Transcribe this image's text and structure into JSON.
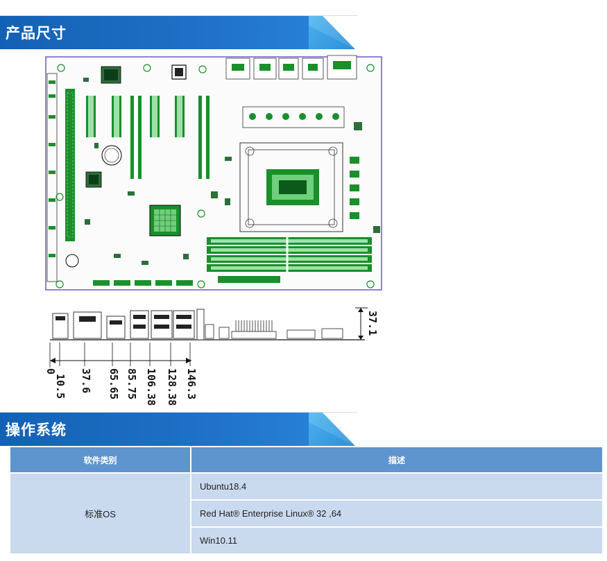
{
  "sections": {
    "dimensions": {
      "title": "产品尺寸"
    },
    "os": {
      "title": "操作系统"
    }
  },
  "side_view": {
    "height_label": "37.1",
    "width_labels": [
      "0",
      "10.5",
      "37.6",
      "65.65",
      "85.75",
      "106.38",
      "128.38",
      "146.3"
    ]
  },
  "os_table": {
    "headers": {
      "category": "软件类别",
      "description": "描述"
    },
    "category": "标准OS",
    "rows": [
      "Ubuntu18.4",
      "Red Hat® Enterprise Linux® 32 ,64",
      "Win10.11"
    ]
  },
  "colors": {
    "header_blue": "#1f72c8",
    "table_header": "#5e95cf",
    "table_cell": "#c9d9ee",
    "pcb_green": "#1a8f2a",
    "outline_purple": "#6a5acd"
  }
}
